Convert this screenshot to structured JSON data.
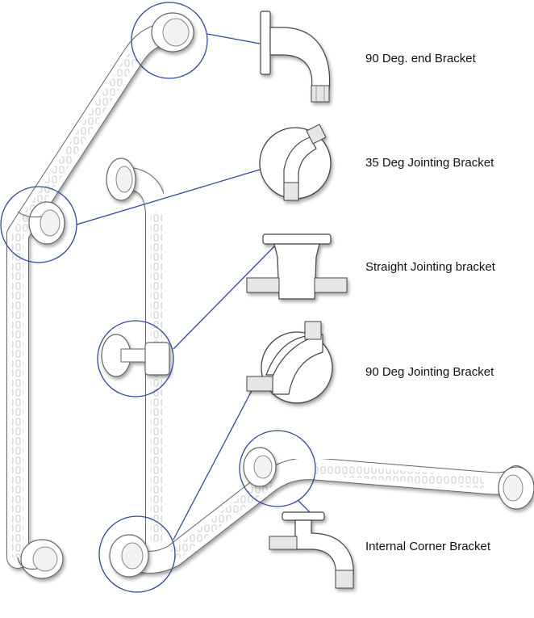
{
  "labels": {
    "end_bracket": "90 Deg. end Bracket",
    "jointing_35": "35 Deg Jointing Bracket",
    "straight_jointing": "Straight Jointing bracket",
    "jointing_90": "90 Deg Jointing Bracket",
    "internal_corner": "Internal Corner Bracket"
  },
  "colors": {
    "callout": "#2e4a99",
    "outline": "#555555",
    "fill": "#ffffff",
    "shade": "#e6e6e6",
    "holes": "#c8c8c8"
  },
  "icons": [
    "grab-rail",
    "wall-flange",
    "pipe-insert",
    "callout-circle",
    "leader-line"
  ]
}
